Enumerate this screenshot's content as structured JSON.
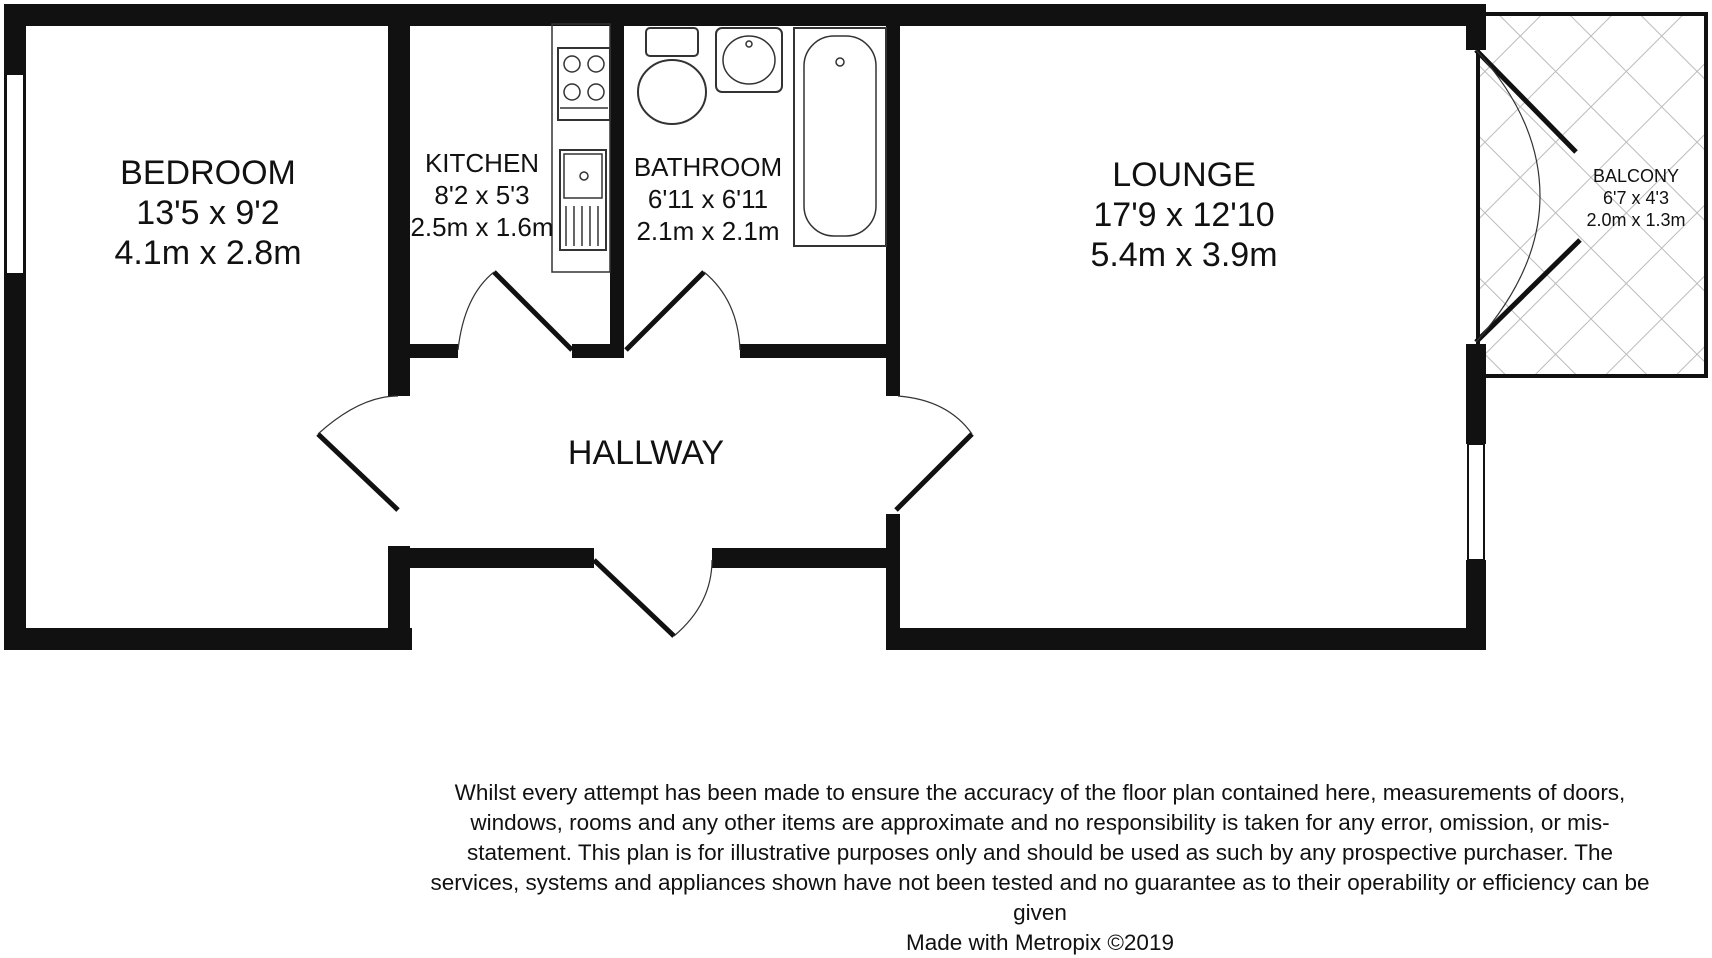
{
  "rooms": {
    "bedroom": {
      "name": "BEDROOM",
      "imperial": "13'5 x 9'2",
      "metric": "4.1m x 2.8m"
    },
    "kitchen": {
      "name": "KITCHEN",
      "imperial": "8'2 x 5'3",
      "metric": "2.5m x 1.6m"
    },
    "bathroom": {
      "name": "BATHROOM",
      "imperial": "6'11 x 6'11",
      "metric": "2.1m x 2.1m"
    },
    "lounge": {
      "name": "LOUNGE",
      "imperial": "17'9 x 12'10",
      "metric": "5.4m x 3.9m"
    },
    "balcony": {
      "name": "BALCONY",
      "imperial": "6'7 x 4'3",
      "metric": "2.0m x 1.3m"
    },
    "hallway": {
      "name": "HALLWAY"
    }
  },
  "footer": {
    "disclaimer": "Whilst every attempt has been made to ensure the accuracy of the floor plan contained here, measurements of doors, windows, rooms and any other items are approximate and no responsibility is taken for any error, omission, or mis-statement. This plan is for illustrative purposes only and should be used as such by any prospective purchaser. The services, systems and appliances shown have not been tested and no guarantee as to their operability or efficiency can be given",
    "credit": "Made with Metropix ©2019"
  },
  "colors": {
    "wall": "#111111",
    "background": "#ffffff",
    "balcony_pattern": "#bbbbbb"
  }
}
